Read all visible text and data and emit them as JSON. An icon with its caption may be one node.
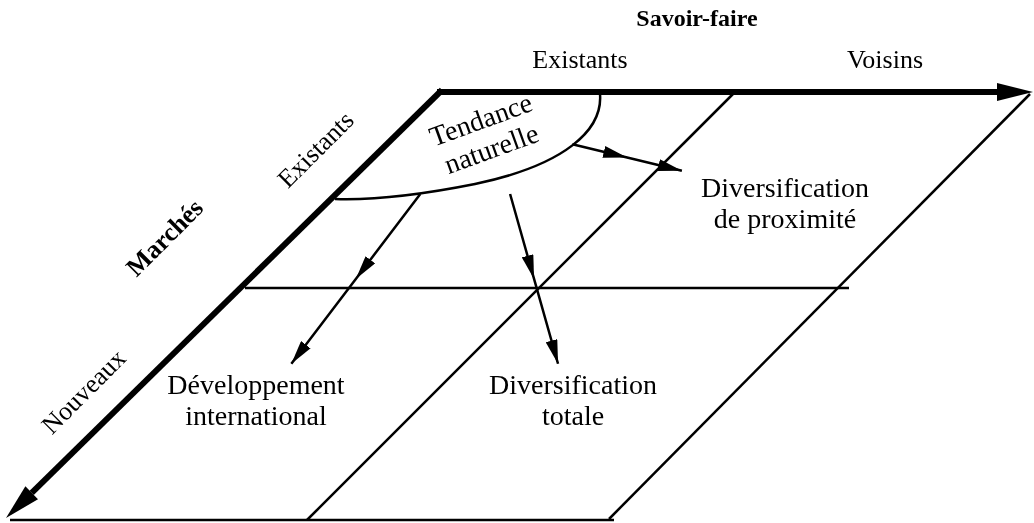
{
  "diagram": {
    "nodes": [
      {
        "text": [
          "Tendance naturelle"
        ]
      },
      {
        "text": [
          "Diversification de proximité"
        ]
      },
      {
        "text": [
          "Développement international"
        ]
      },
      {
        "text": [
          "Diversification totale"
        ]
      }
    ],
    "edges": [
      {
        "from": 0,
        "to": 1,
        "arrow": "to"
      },
      {
        "from": 0,
        "to": 3,
        "arrow": "to"
      },
      {
        "from": 0,
        "to": 2,
        "arrow": "to"
      }
    ],
    "labels": [
      "Savoir-faire",
      "Existants",
      "Voisins",
      "Marchés",
      "Existants",
      "Nouveaux"
    ]
  }
}
